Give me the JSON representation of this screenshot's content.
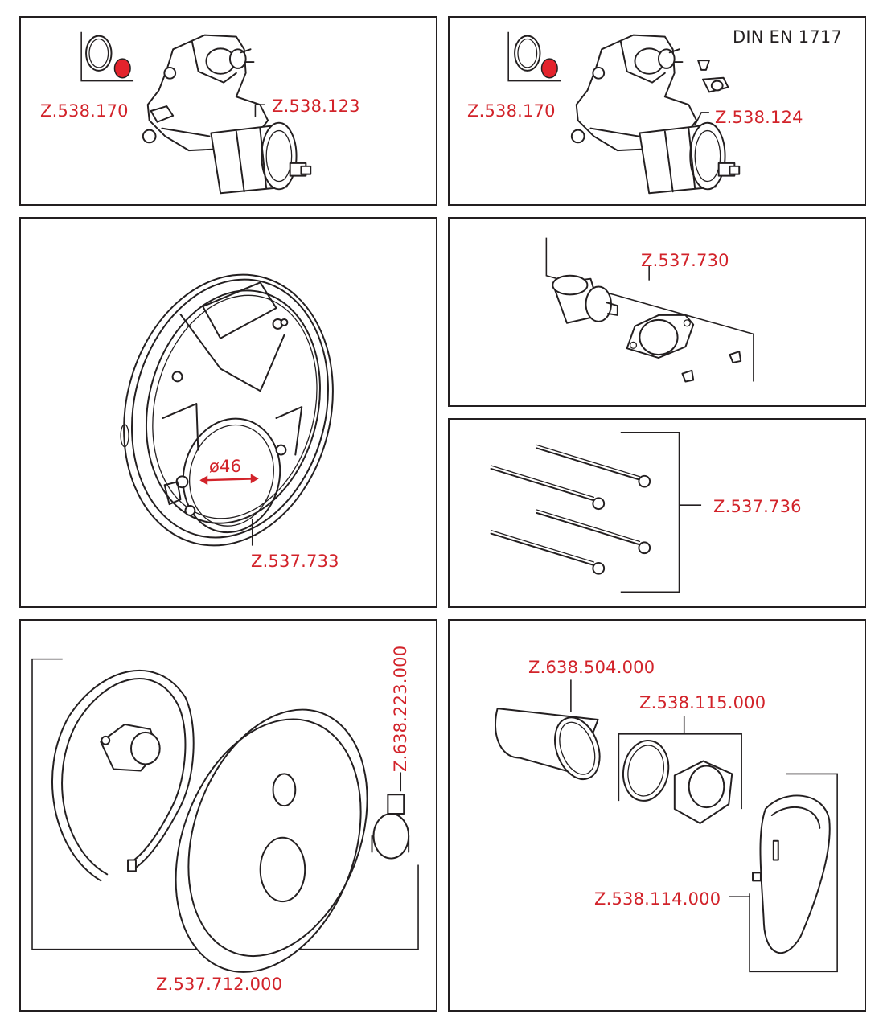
{
  "colors": {
    "part_label": "#d2232a",
    "line": "#231f20",
    "highlight": "#e3232c"
  },
  "panels": {
    "p1": {
      "seal_kit": "Z.538.170",
      "cartridge": "Z.538.123"
    },
    "p2": {
      "standard": "DIN EN 1717",
      "seal_kit": "Z.538.170",
      "cartridge": "Z.538.124"
    },
    "p3": {
      "part": "Z.537.733",
      "diameter": "ø46"
    },
    "p4": {
      "part": "Z.537.730"
    },
    "p5": {
      "part": "Z.537.736"
    },
    "p6": {
      "set": "Z.537.712.000",
      "vertical_part": "Z.638.223.000"
    },
    "p7": {
      "sleeve": "Z.638.504.000",
      "set": "Z.538.115.000",
      "handle": "Z.538.114.000"
    }
  }
}
